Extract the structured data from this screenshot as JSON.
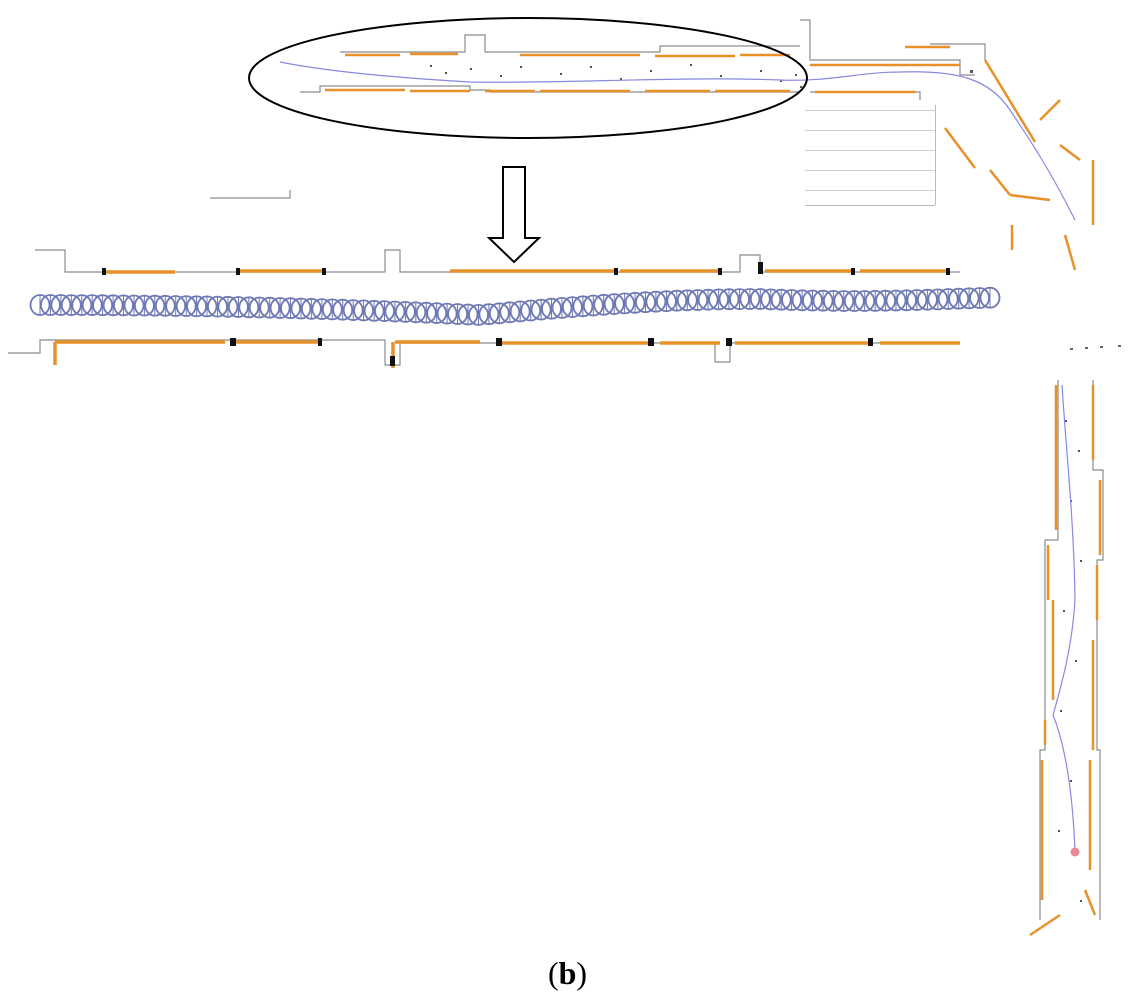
{
  "figure": {
    "caption_label": "b",
    "caption_open": "(",
    "caption_close": ")"
  },
  "colors": {
    "wall": "#e8902a",
    "outline": "#8c8c8c",
    "point": "#444444",
    "trajectory": "#8888e0",
    "pose_circle": "#6e78b4",
    "robot": "#e88a9a",
    "annotation": "#000000"
  },
  "legend": {
    "zoom_region": "ellipse-highlight",
    "zoom_direction": "down-arrow",
    "robot_marker": "pink-dot"
  }
}
